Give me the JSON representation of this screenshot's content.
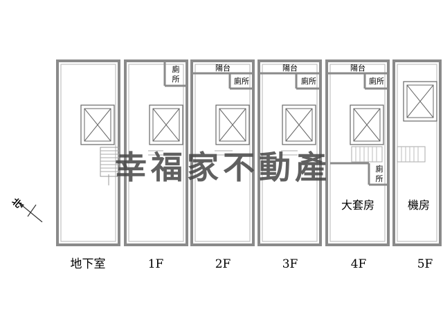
{
  "floors": [
    {
      "key": "b1",
      "label": "地下室"
    },
    {
      "key": "1f",
      "label": "1F"
    },
    {
      "key": "2f",
      "label": "2F"
    },
    {
      "key": "3f",
      "label": "3F"
    },
    {
      "key": "4f",
      "label": "4F"
    },
    {
      "key": "5f",
      "label": "5F"
    }
  ],
  "rooms": {
    "toilet": "廁所",
    "toilet_stacked": [
      "廁",
      "所"
    ],
    "balcony": "陽台",
    "master_suite": "大套房",
    "machine_room": "機房"
  },
  "compass": {
    "north": "北"
  },
  "watermark": "幸福家不動產",
  "colors": {
    "wall": "#8a8a8a",
    "line": "#666666",
    "watermark": "#444444"
  }
}
